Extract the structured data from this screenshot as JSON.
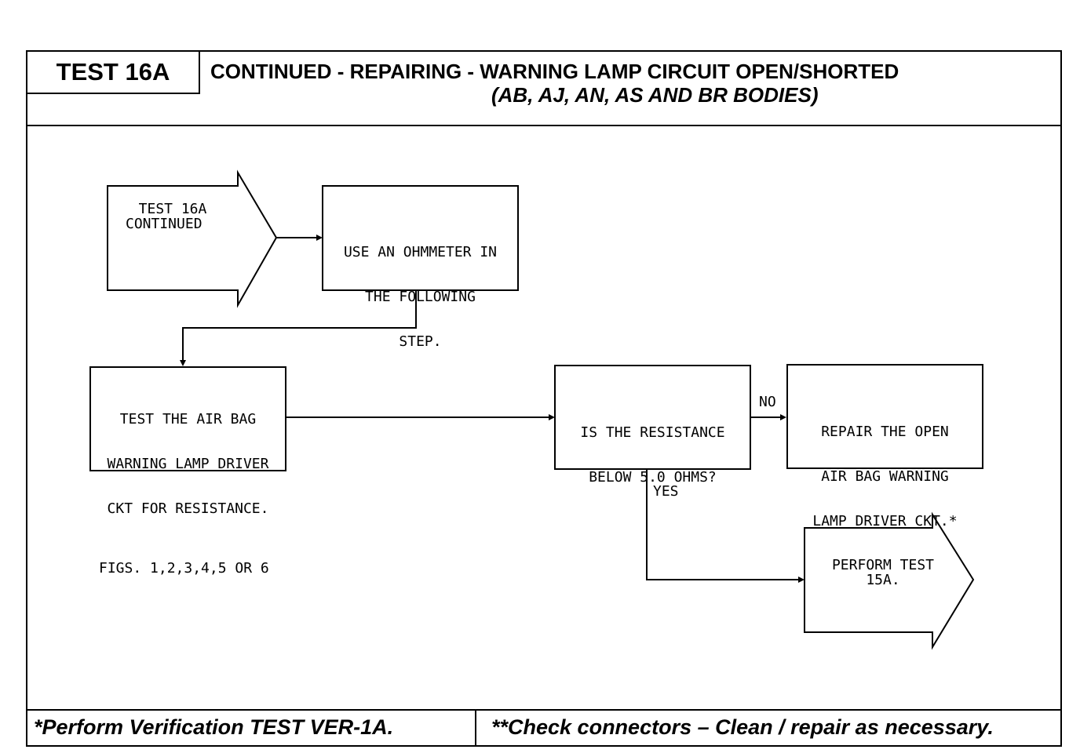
{
  "header": {
    "test_id": "TEST 16A",
    "title": "CONTINUED - REPAIRING -  WARNING LAMP CIRCUIT OPEN/SHORTED",
    "subtitle": "(AB, AJ, AN, AS AND BR BODIES)"
  },
  "flow": {
    "start": {
      "line1": "TEST 16A",
      "line2": "CONTINUED"
    },
    "step1": {
      "line1": "USE AN OHMMETER IN",
      "line2": "THE FOLLOWING",
      "line3": "STEP."
    },
    "step2": {
      "line1": "TEST THE AIR BAG",
      "line2": "WARNING LAMP DRIVER",
      "line3": "CKT FOR RESISTANCE.",
      "line4": "FIGS. 1,2,3,4,5 OR 6"
    },
    "decision": {
      "line1": "IS THE RESISTANCE",
      "line2": "BELOW 5.0 OHMS?"
    },
    "no_label": "NO",
    "yes_label": "YES",
    "repair": {
      "line1": "REPAIR THE OPEN",
      "line2": "AIR BAG WARNING",
      "line3": "LAMP DRIVER CKT.*"
    },
    "end": {
      "line1": "PERFORM TEST",
      "line2": "15A."
    }
  },
  "footer": {
    "left": "*Perform Verification TEST VER-1A.",
    "right": "**Check connectors – Clean / repair as necessary."
  }
}
